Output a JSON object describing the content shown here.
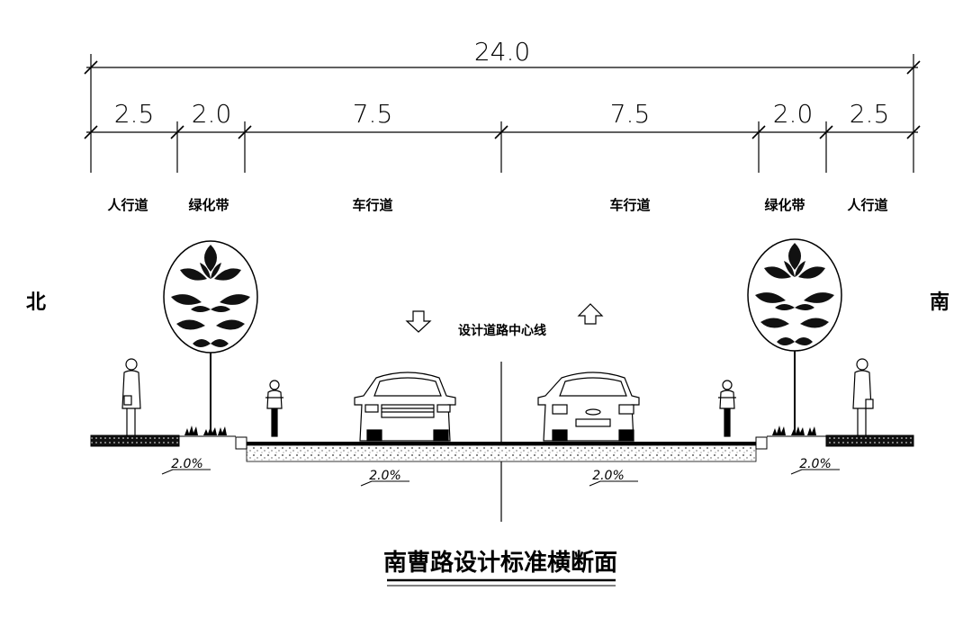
{
  "dimensions": {
    "total": "24.0",
    "segments": [
      "2.5",
      "2.0",
      "7.5",
      "7.5",
      "2.0",
      "2.5"
    ]
  },
  "zones": [
    "人行道",
    "绿化带",
    "车行道",
    "车行道",
    "绿化带",
    "人行道"
  ],
  "directions": {
    "left": "北",
    "right": "南"
  },
  "centerline_label": "设计道路中心线",
  "slopes": [
    "2.0%",
    "2.0%",
    "2.0%",
    "2.0%"
  ],
  "title": "南曹路设计标准横断面"
}
